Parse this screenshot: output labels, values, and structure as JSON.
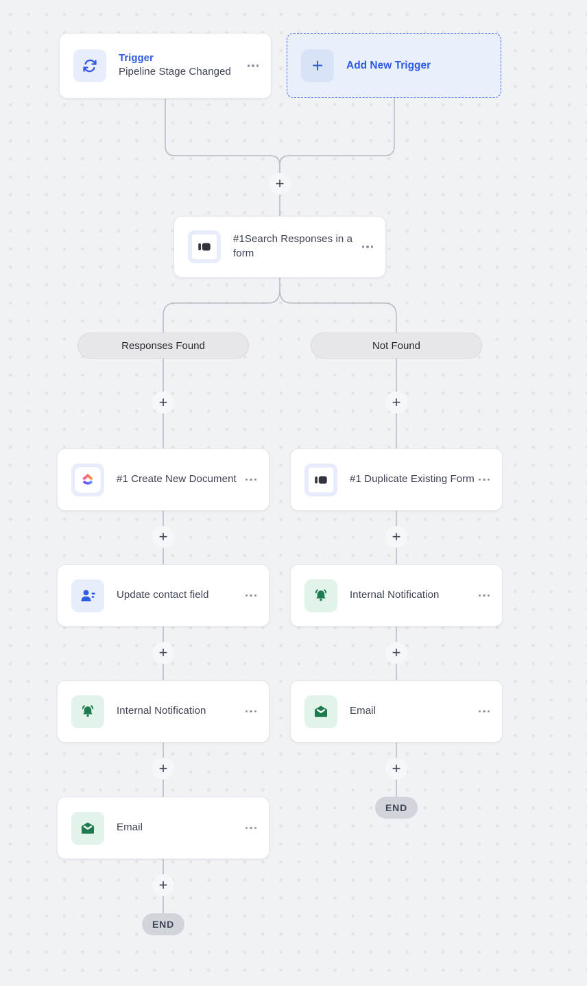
{
  "ui": {
    "plus": "+"
  },
  "colors": {
    "canvas_bg": "#f1f2f5",
    "grid_dot": "#e6e4e1",
    "wire": "#b6b9c1",
    "accent_blue": "#2e5be6",
    "icon_blue_bg": "#e7edfb",
    "icon_green": "#1e7a4f",
    "icon_green_bg": "#e2f4ea",
    "card_text": "#3b4252",
    "branch_pill_bg": "#e7e7ea",
    "end_pill_bg": "#d2d4dc"
  },
  "icons": {
    "trigger": "sync-icon",
    "add_trigger": "plus-icon",
    "search_node": "form-icon",
    "create_document": "clickup-icon",
    "duplicate_form": "form-icon",
    "update_contact": "contact-icon",
    "internal_notification": "bell-icon",
    "email": "email-icon",
    "card_menu": "more-dots-icon",
    "connector": "plus-icon"
  },
  "trigger_card": {
    "title": "Trigger",
    "subtitle": "Pipeline Stage Changed"
  },
  "add_trigger": {
    "label": "Add New Trigger"
  },
  "search_node": {
    "title": "#1Search Responses in a form"
  },
  "branches": {
    "left": {
      "label": "Responses Found",
      "nodes": [
        {
          "title": "#1 Create New Document",
          "icon": "clickup-icon"
        },
        {
          "title": "Update contact field",
          "icon": "contact-icon"
        },
        {
          "title": "Internal Notification",
          "icon": "bell-icon"
        },
        {
          "title": "Email",
          "icon": "email-icon"
        }
      ],
      "end_label": "END"
    },
    "right": {
      "label": "Not Found",
      "nodes": [
        {
          "title": "#1 Duplicate Existing Form",
          "icon": "form-icon"
        },
        {
          "title": "Internal Notification",
          "icon": "bell-icon"
        },
        {
          "title": "Email",
          "icon": "email-icon"
        }
      ],
      "end_label": "END"
    }
  }
}
